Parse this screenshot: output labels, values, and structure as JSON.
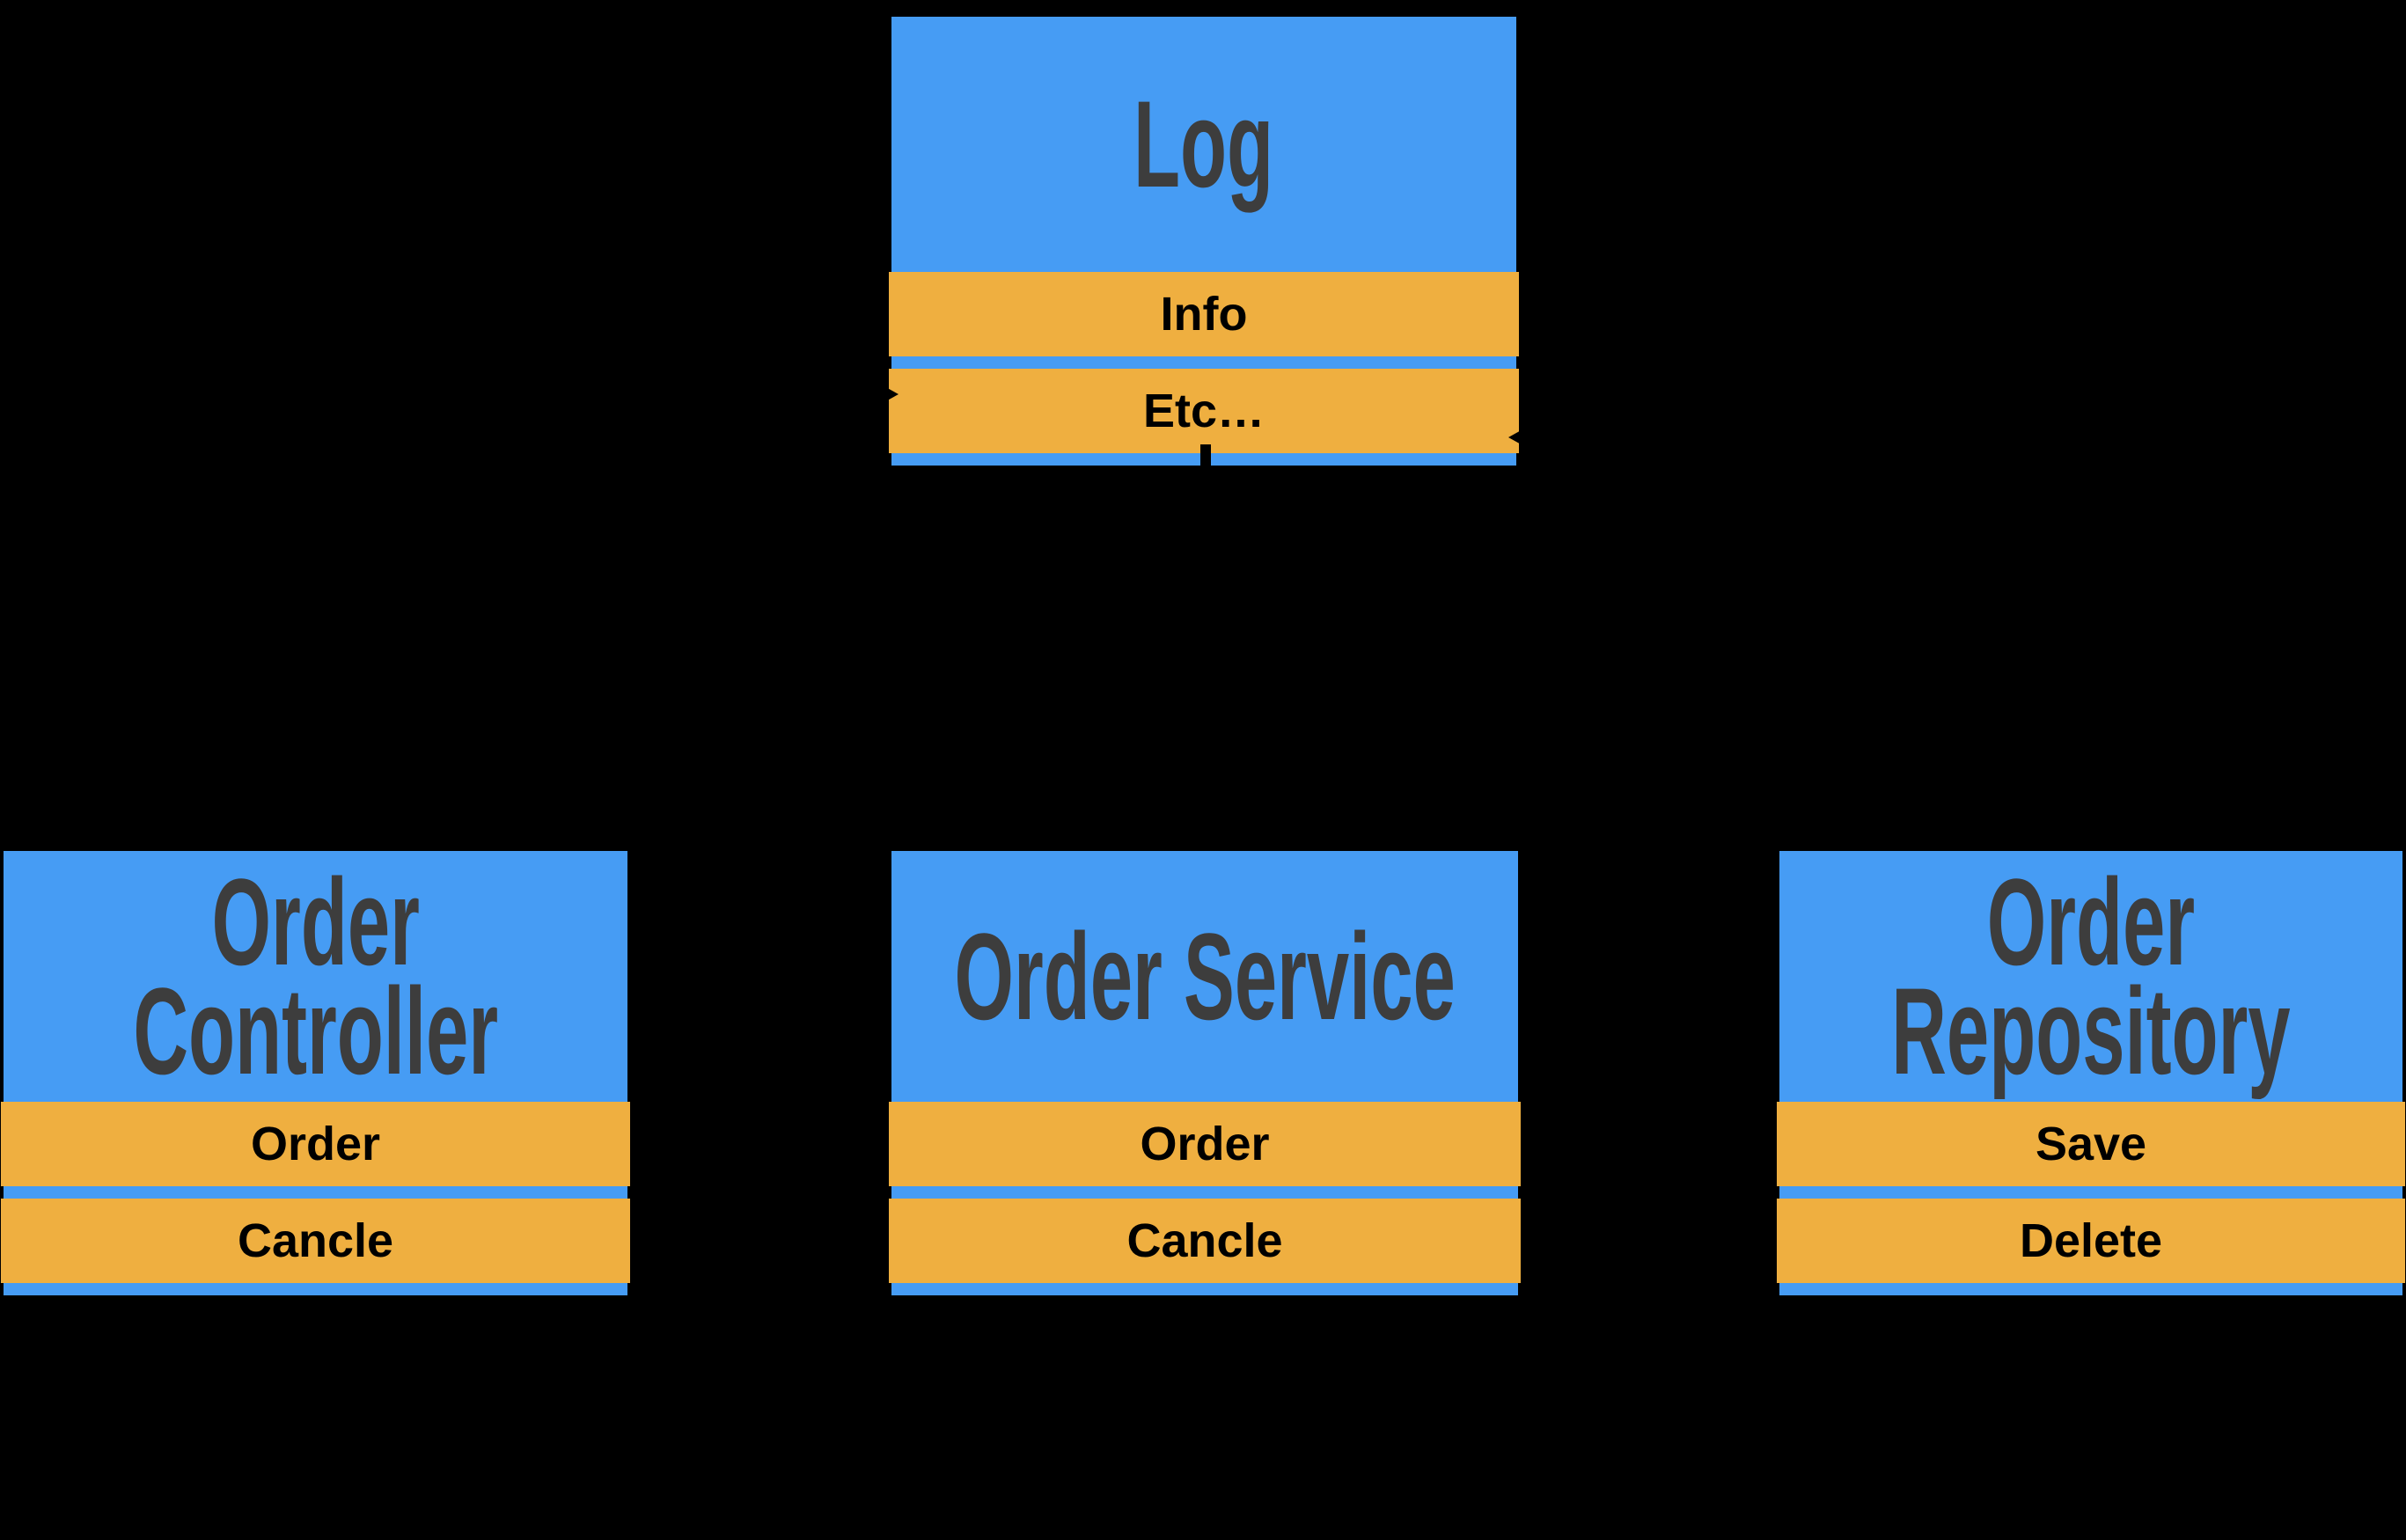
{
  "diagram": {
    "background": "#000000",
    "colors": {
      "header_fill": "#469CF4",
      "method_fill": "#EFAF40",
      "title_text": "#3D3D3D",
      "method_text": "#000000",
      "connector": "#000000"
    },
    "boxes": {
      "log": {
        "title": "Log",
        "methods": [
          "Info",
          "Etc…"
        ]
      },
      "controller": {
        "title": "Order\nController",
        "methods": [
          "Order",
          "Cancle"
        ]
      },
      "service": {
        "title": "Order Service",
        "methods": [
          "Order",
          "Cancle"
        ]
      },
      "repository": {
        "title": "Order\nRepository",
        "methods": [
          "Save",
          "Delete"
        ]
      }
    }
  }
}
